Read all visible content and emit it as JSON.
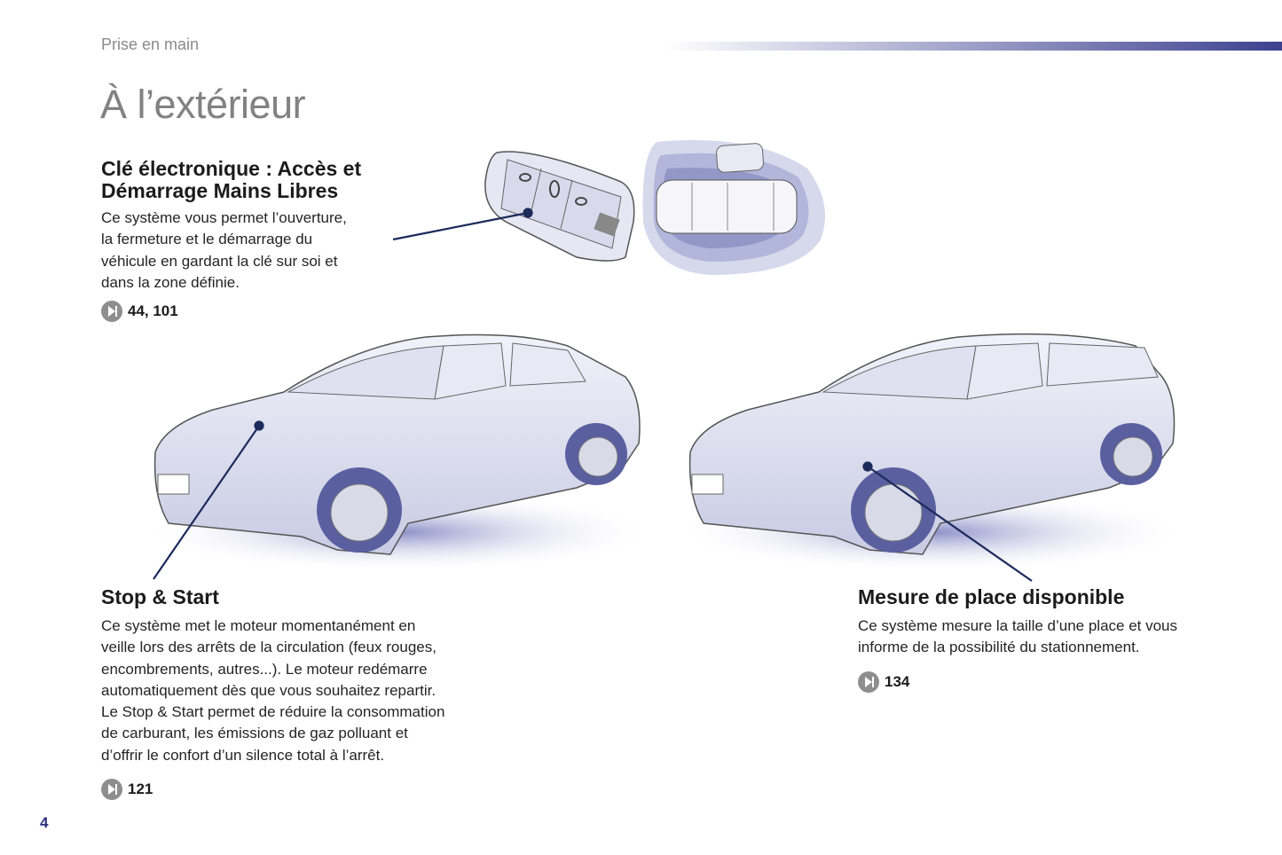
{
  "header": {
    "section": "Prise en main",
    "title": "À l’extérieur"
  },
  "sections": [
    {
      "heading_line1": "Clé électronique : Accès et",
      "heading_line2": "Démarrage Mains Libres",
      "body": [
        "Ce système vous permet l’ouverture,",
        "la fermeture et le démarrage du",
        "véhicule en gardant la clé sur soi et",
        "dans la zone définie."
      ],
      "ref": "44, 101"
    },
    {
      "heading": "Stop & Start",
      "body": [
        "Ce système met le moteur momentanément en",
        "veille lors des arrêts de la circulation (feux rouges,",
        "encombrements, autres...). Le moteur redémarre",
        "automatiquement dès que vous souhaitez repartir.",
        "Le Stop & Start permet de réduire la consommation",
        "de carburant, les émissions de gaz polluant et",
        "d’offrir le confort d’un silence total à l’arrêt."
      ],
      "ref": "121"
    },
    {
      "heading": "Mesure de place disponible",
      "body": [
        "Ce système mesure la taille d’une place et vous",
        "informe de la possibilité du stationnement."
      ],
      "ref": "134"
    }
  ],
  "page_number": "4",
  "colors": {
    "accent": "#2a2f7f",
    "leader": "#1c2a5c",
    "illustration": "#c9cde6"
  }
}
